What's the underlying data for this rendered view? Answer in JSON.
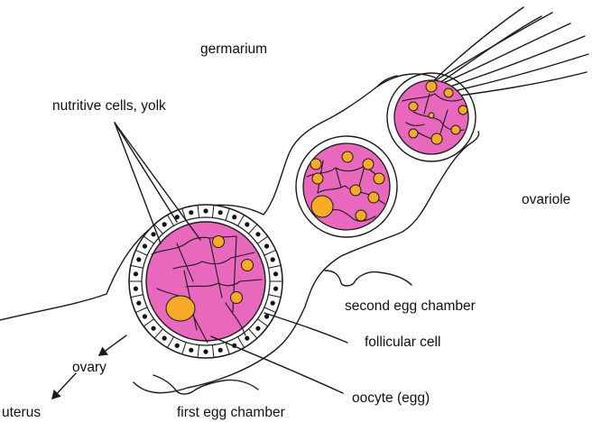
{
  "labels": {
    "germarium": "germarium",
    "nutritive": "nutritive cells, yolk",
    "ovariole": "ovariole",
    "second_chamber": "second egg chamber",
    "follicular": "follicular cell",
    "ovary": "ovary",
    "oocyte": "oocyte (egg)",
    "uterus": "uterus",
    "first_chamber": "first egg chamber"
  },
  "colors": {
    "cytoplasm": "#e768bd",
    "nucleus": "#f7a928",
    "outline": "#1a1a1a",
    "background": "#ffffff"
  },
  "icons": {
    "arrow": "arrowhead"
  }
}
